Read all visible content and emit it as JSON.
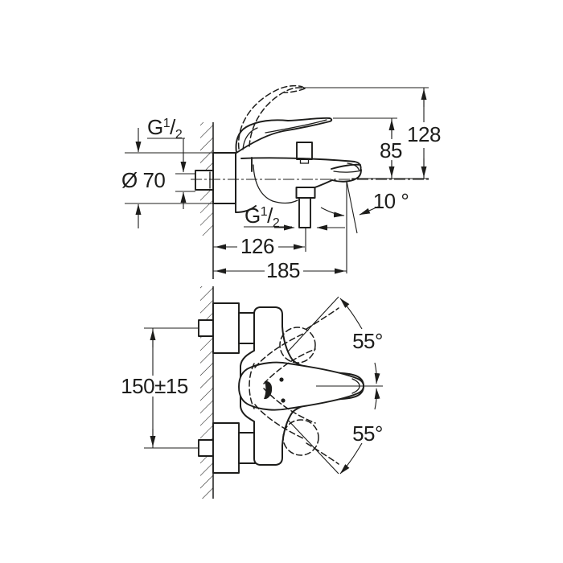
{
  "drawing": {
    "type": "technical dimensional drawing",
    "subject": "wall-mounted single-lever bath and shower mixer, side elevation and plan view",
    "line_color": "#1d1d1b",
    "background": "#ffffff"
  },
  "side_view": {
    "inlet_thread": {
      "base": "G",
      "numerator": "1",
      "slash": "/",
      "denominator": "2"
    },
    "flange_diameter": "Ø 70",
    "raised_lever_height": "128",
    "lever_height": "85",
    "spout_angle": "10 °",
    "outlet_thread": {
      "base": "G",
      "numerator": "1",
      "slash": "/",
      "denominator": "2"
    },
    "wall_to_outlet": "126",
    "wall_to_spout_tip": "185"
  },
  "plan_view": {
    "connection_spacing": "150±15",
    "swing_angle_upper": "55°",
    "swing_angle_lower": "55°"
  }
}
